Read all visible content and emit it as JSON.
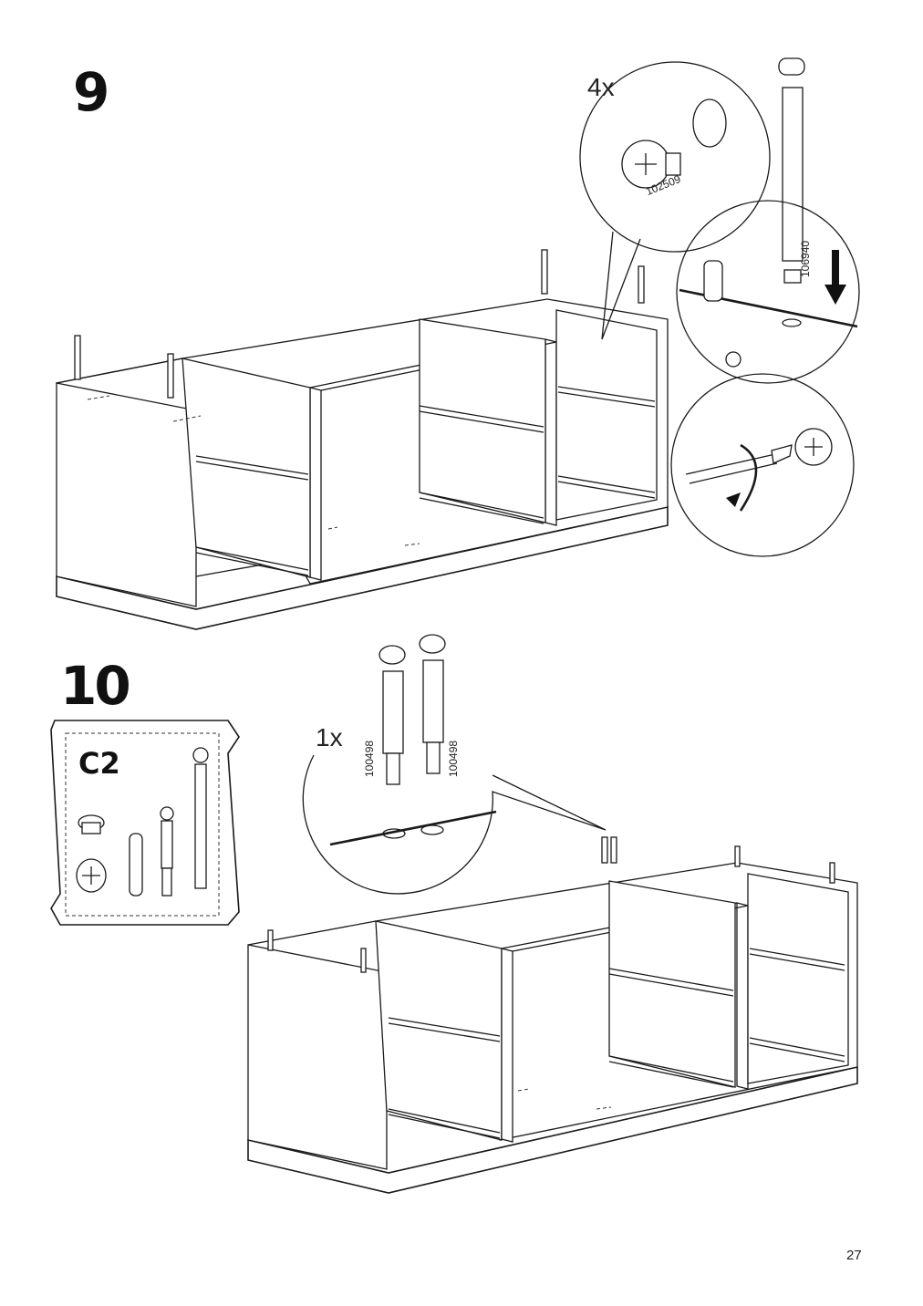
{
  "steps": [
    {
      "number": "9",
      "quantity": "4x",
      "part_codes": [
        "102509",
        "106940"
      ]
    },
    {
      "number": "10",
      "quantity": "1x",
      "part_codes": [
        "100498",
        "100498"
      ],
      "bag_label": "C2"
    }
  ],
  "page_number": "27",
  "icons": [
    "cam-lock-icon",
    "dowel-pin-icon",
    "screwdriver-icon",
    "down-arrow-icon",
    "rotate-arrow-icon",
    "plastic-plug-icon",
    "cam-fitting-icon",
    "wooden-dowel-icon",
    "cam-stud-icon"
  ]
}
